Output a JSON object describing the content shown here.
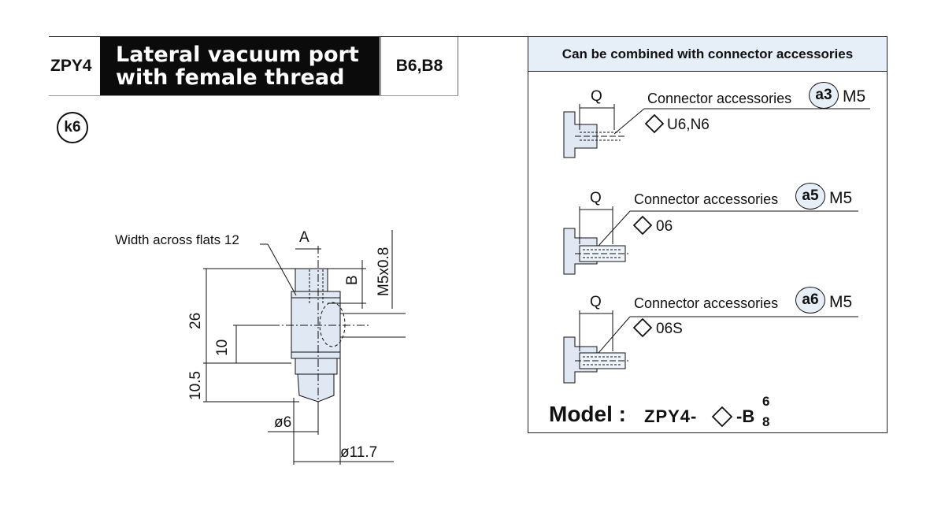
{
  "header": {
    "series": "ZPY4",
    "title_line1": "Lateral vacuum port",
    "title_line2": "with female thread",
    "sizes": "B6,B8",
    "badge": "k6"
  },
  "drawing": {
    "width_across_flats": "Width across flats 12",
    "label_a": "A",
    "label_b": "B",
    "thread": "M5x0.8",
    "dim_26": "26",
    "dim_10": "10",
    "dim_10_5": "10.5",
    "dia_6": "ø6",
    "dia_11_7": "ø11.7"
  },
  "accessories": {
    "heading": "Can be combined with connector accessories",
    "items": [
      {
        "q": "Q",
        "label": "Connector accessories",
        "badge": "a3",
        "thread": "M5",
        "code": "U6,N6"
      },
      {
        "q": "Q",
        "label": "Connector accessories",
        "badge": "a5",
        "thread": "M5",
        "code": "06"
      },
      {
        "q": "Q",
        "label": "Connector accessories",
        "badge": "a6",
        "thread": "M5",
        "code": "06S"
      }
    ],
    "model_label": "Model :",
    "model_code": "ZPY4-",
    "model_b": "-B",
    "model_top": "6",
    "model_bottom": "8"
  },
  "colors": {
    "panel_header_bg": "#e6eef8",
    "part_fill": "#dfe8f3",
    "title_bg": "#0b0b0b"
  }
}
